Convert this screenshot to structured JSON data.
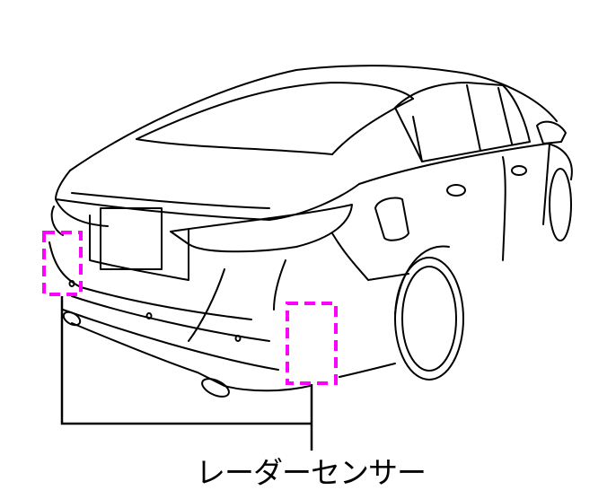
{
  "label": "レーダーセンサー",
  "colors": {
    "sensor_highlight": "#ff00ff",
    "line": "#000000"
  },
  "sensors": [
    "rear-left-corner",
    "rear-right-corner"
  ]
}
